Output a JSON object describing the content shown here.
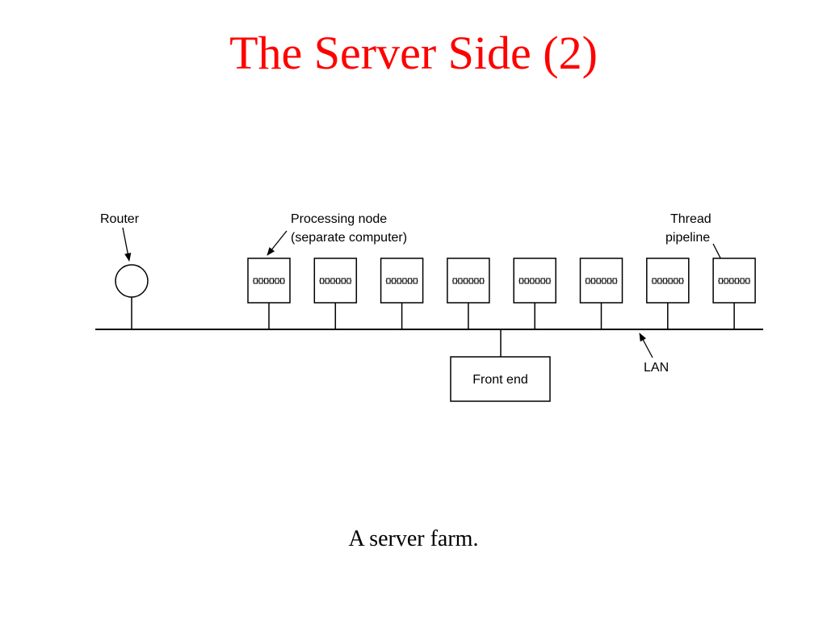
{
  "slide": {
    "title": "The Server Side (2)",
    "caption": "A server farm.",
    "title_color": "#ff0000"
  },
  "diagram": {
    "labels": {
      "router": "Router",
      "processing_node_line1": "Processing node",
      "processing_node_line2": "(separate computer)",
      "thread_line1": "Thread",
      "thread_line2": "pipeline",
      "lan": "LAN",
      "front_end": "Front end"
    },
    "node_count": 8,
    "pipeline_stages_per_node": 6
  }
}
